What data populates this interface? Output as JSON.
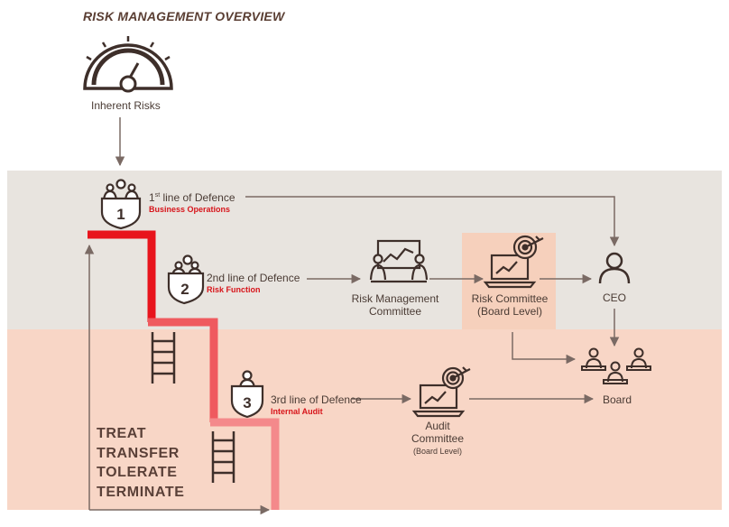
{
  "title": "RISK MANAGEMENT OVERVIEW",
  "inherent_risks": {
    "label": "Inherent Risks",
    "icon": "gauge-icon"
  },
  "lines": [
    {
      "number": "1",
      "label_prefix": "1",
      "label_sup": "st",
      "label_rest": " line of Defence",
      "sub": "Business Operations",
      "icon": "shield-team-icon"
    },
    {
      "number": "2",
      "label": "2nd line of Defence",
      "sub": "Risk Function",
      "icon": "shield-team-icon"
    },
    {
      "number": "3",
      "label": "3rd line of Defence",
      "sub": "Internal Audit",
      "icon": "shield-person-icon"
    }
  ],
  "nodes": {
    "rmc": {
      "line1": "Risk Management",
      "line2": "Committee",
      "icon": "meeting-icon"
    },
    "rc": {
      "line1": "Risk Committee",
      "line2": "(Board Level)",
      "icon": "laptop-target-icon"
    },
    "ceo": {
      "label": "CEO",
      "icon": "person-icon"
    },
    "board": {
      "label": "Board",
      "icon": "board-group-icon"
    },
    "audit": {
      "line1": "Audit",
      "line2": "Committee",
      "line3": "(Board Level)",
      "icon": "laptop-target-icon"
    }
  },
  "strategies": [
    "TREAT",
    "TRANSFER",
    "TOLERATE",
    "TERMINATE"
  ],
  "colors": {
    "gray_band": "#e8e4df",
    "pink_band": "#f8d6c6",
    "highlight": "#f6d0bc",
    "step_1": "#e8141c",
    "step_2": "#ef5a5f",
    "step_3": "#f4898b",
    "arrow": "#7a6a64",
    "red_text": "#d7141a",
    "icon_dark": "#3e2f2a"
  }
}
